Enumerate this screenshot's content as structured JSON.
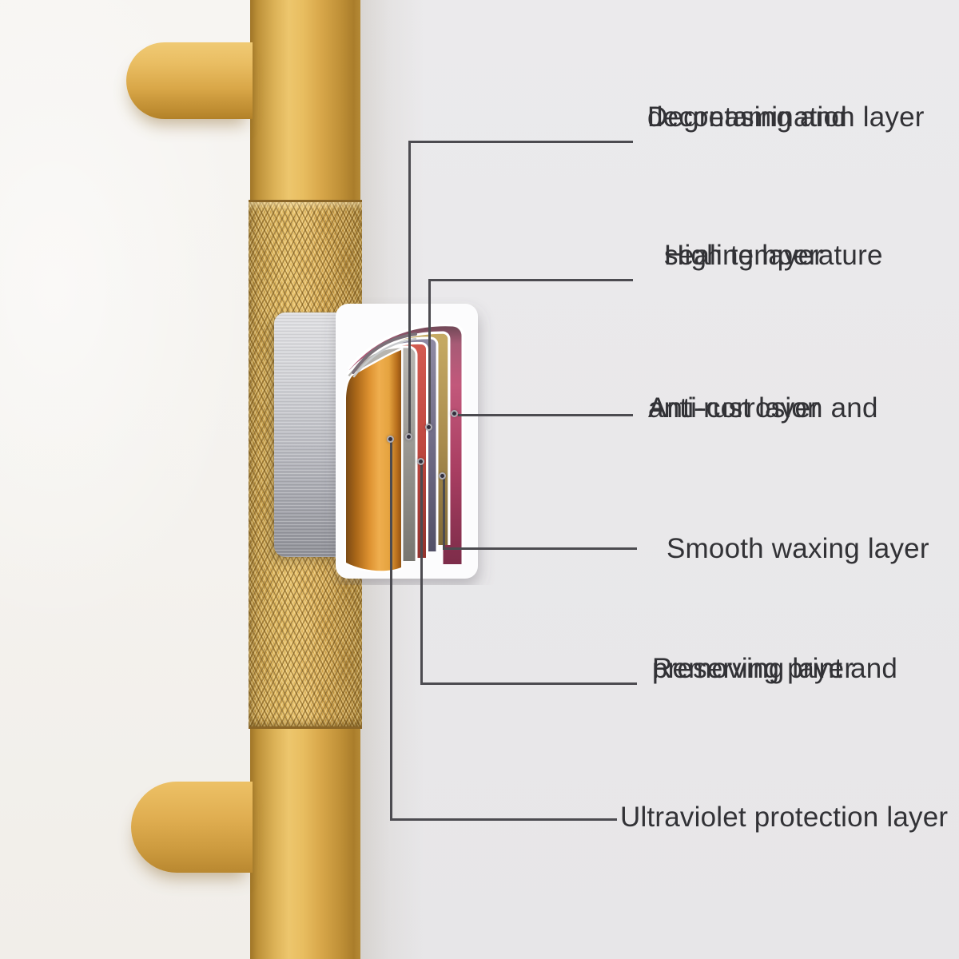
{
  "annotations": [
    {
      "id": "degreasing",
      "lines": [
        "Degreasing and",
        "decontamination layer"
      ],
      "layer_color": "#96948f"
    },
    {
      "id": "high_temperature_sealing",
      "lines": [
        "High temperature",
        "sealing layer"
      ],
      "layer_color": "#6e6a85"
    },
    {
      "id": "anti_corrosion",
      "lines": [
        "Anti-corrosion and",
        "anti-rust layer"
      ],
      "layer_color": "#b5527a"
    },
    {
      "id": "smooth_waxing",
      "lines": [
        "Smooth waxing layer"
      ],
      "layer_color": "#a98c4e"
    },
    {
      "id": "removing_print",
      "lines": [
        "Removing print and",
        "preserving layer"
      ],
      "layer_color": "#c04840"
    },
    {
      "id": "ultraviolet_protection",
      "lines": [
        "Ultraviolet protection layer"
      ],
      "layer_color": "#e9992f"
    }
  ],
  "palette": {
    "wall": "#f6f4f1",
    "background": "#e9e8ea",
    "gold_highlight": "#edc66d",
    "gold_mid": "#d7a649",
    "gold_shadow": "#9f7527",
    "base_metal_silver": "#bcbdc3",
    "backing_white": "#fcfcfd",
    "leader_line": "#4c4b50",
    "label_text": "#323236"
  }
}
